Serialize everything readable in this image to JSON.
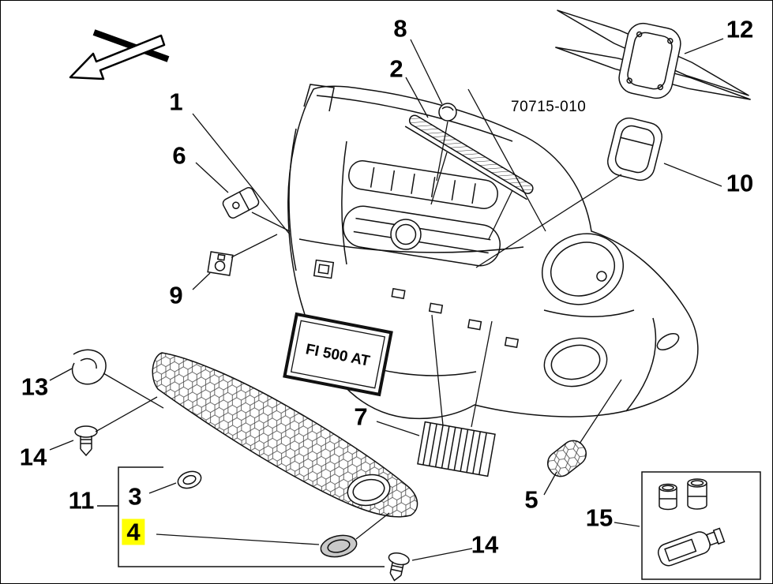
{
  "diagram": {
    "part_number": "70715-010",
    "license_plate": "FI 500 AT",
    "highlight_color": "#ffff00",
    "line_color": "#111111",
    "callouts": [
      {
        "id": "callout-1",
        "text": "1",
        "highlighted": false
      },
      {
        "id": "callout-6",
        "text": "6",
        "highlighted": false
      },
      {
        "id": "callout-9",
        "text": "9",
        "highlighted": false
      },
      {
        "id": "callout-8",
        "text": "8",
        "highlighted": false
      },
      {
        "id": "callout-2",
        "text": "2",
        "highlighted": false
      },
      {
        "id": "callout-12",
        "text": "12",
        "highlighted": false
      },
      {
        "id": "callout-10",
        "text": "10",
        "highlighted": false
      },
      {
        "id": "callout-13",
        "text": "13",
        "highlighted": false
      },
      {
        "id": "callout-14-left",
        "text": "14",
        "highlighted": false
      },
      {
        "id": "callout-11",
        "text": "11",
        "highlighted": false
      },
      {
        "id": "callout-3",
        "text": "3",
        "highlighted": false
      },
      {
        "id": "callout-4",
        "text": "4",
        "highlighted": true
      },
      {
        "id": "callout-7",
        "text": "7",
        "highlighted": false
      },
      {
        "id": "callout-5",
        "text": "5",
        "highlighted": false
      },
      {
        "id": "callout-14-right",
        "text": "14",
        "highlighted": false
      },
      {
        "id": "callout-15",
        "text": "15",
        "highlighted": false
      }
    ]
  }
}
